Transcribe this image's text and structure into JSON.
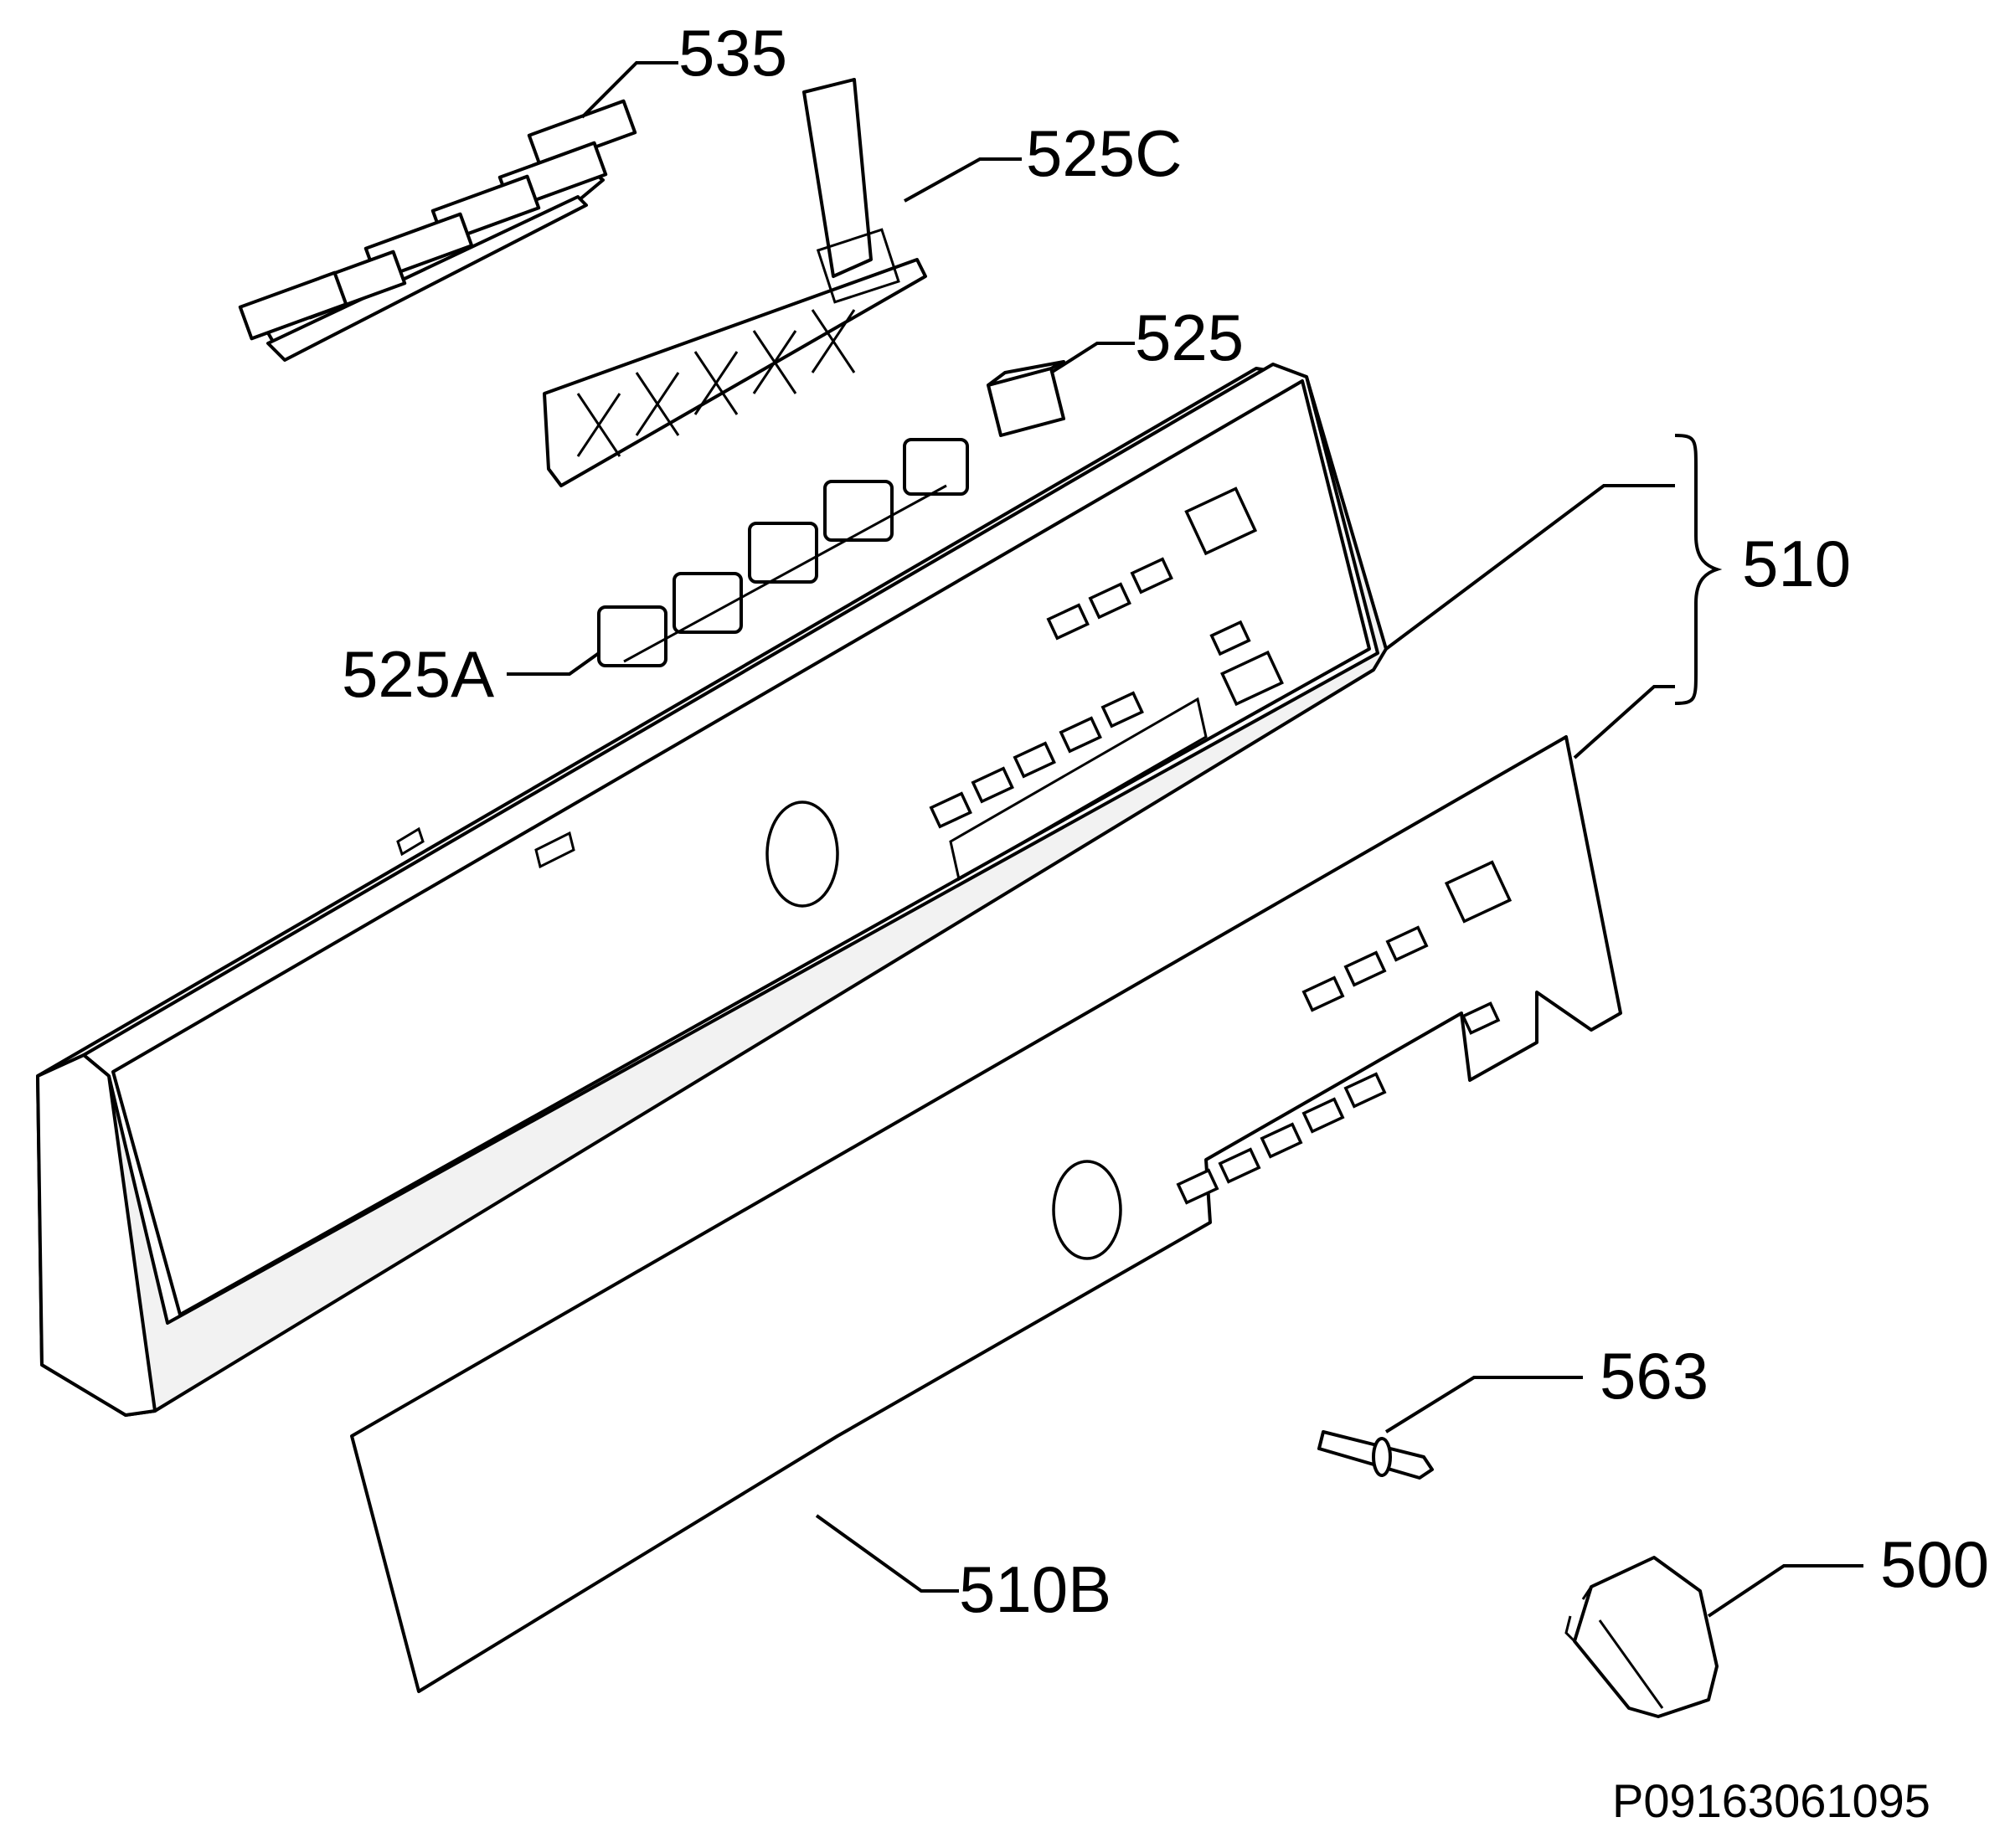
{
  "labels": {
    "l535": "535",
    "l525c": "525C",
    "l525": "525",
    "l510": "510",
    "l525a": "525A",
    "l563": "563",
    "l510b": "510B",
    "l500": "500"
  },
  "drawing_code": "P09163061095"
}
